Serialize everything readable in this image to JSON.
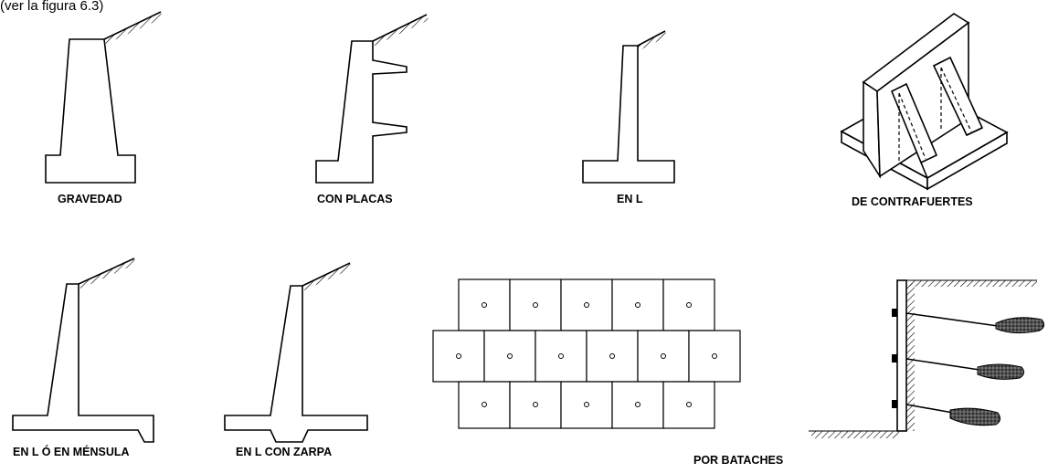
{
  "caption": "(ver la figura 6.3)",
  "labels": {
    "gravedad": "GRAVEDAD",
    "con_placas": "CON PLACAS",
    "en_l": "EN L",
    "de_contrafuertes": "DE CONTRAFUERTES",
    "en_l_mensula": "EN L Ó EN MÉNSULA",
    "en_l_zarpa": "EN L CON ZARPA",
    "por_bataches": "POR BATACHES"
  },
  "colors": {
    "ink": "#000000",
    "paper": "#ffffff",
    "anchor_fill": "#333333"
  }
}
